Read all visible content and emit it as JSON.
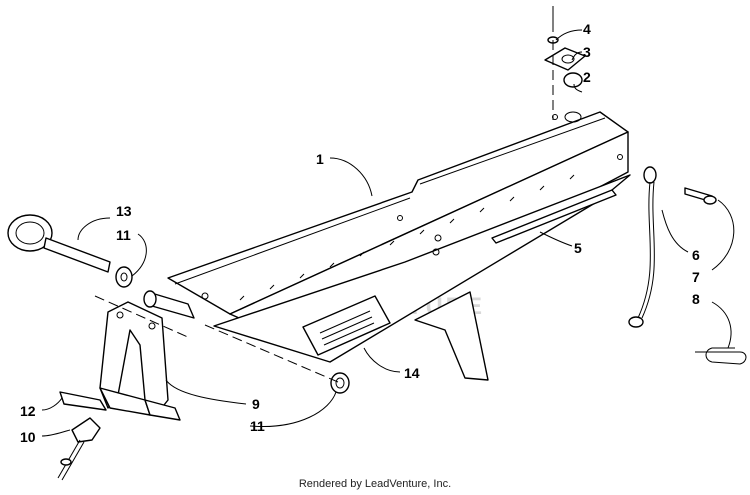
{
  "callouts": {
    "p1": "1",
    "p2": "2",
    "p3": "3",
    "p4": "4",
    "p5": "5",
    "p6": "6",
    "p7": "7",
    "p8": "8",
    "p9": "9",
    "p10": "10",
    "p11a": "11",
    "p11b": "11",
    "p12": "12",
    "p13": "13",
    "p14": "14"
  },
  "watermark": "LEADVENTURE",
  "footer": "Rendered by LeadVenture, Inc."
}
